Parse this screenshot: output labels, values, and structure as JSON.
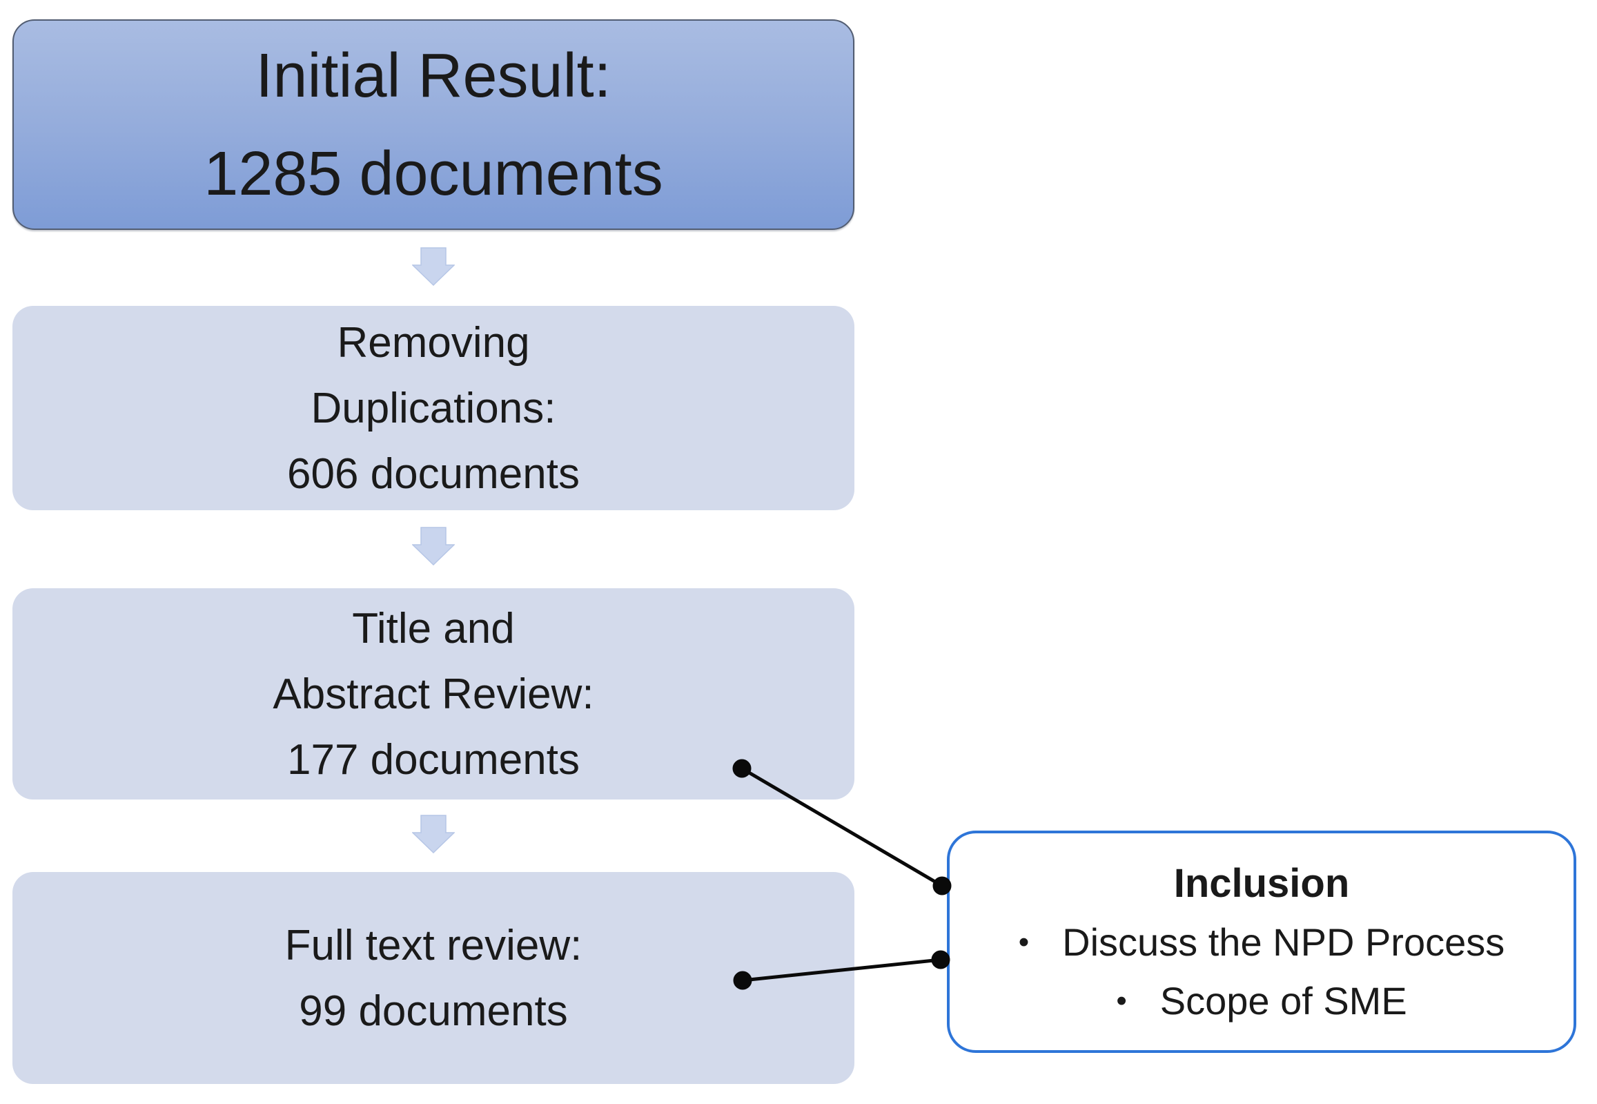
{
  "diagram": {
    "title_hint": "Document screening flow",
    "steps": [
      {
        "id": "initial-result",
        "stage": "Initial Result",
        "count": 1285,
        "lines": [
          "Initial Result:",
          "1285 documents"
        ]
      },
      {
        "id": "removing-duplications",
        "stage": "Removing Duplications",
        "count": 606,
        "lines": [
          "Removing",
          "Duplications:",
          "606 documents"
        ]
      },
      {
        "id": "title-abstract-review",
        "stage": "Title and Abstract Review",
        "count": 177,
        "lines": [
          "Title and",
          "Abstract Review:",
          "177 documents"
        ]
      },
      {
        "id": "full-text-review",
        "stage": "Full text review",
        "count": 99,
        "lines": [
          "Full text review:",
          "99 documents"
        ]
      }
    ],
    "inclusion": {
      "title": "Inclusion",
      "bullet_char": "•",
      "items": [
        "Discuss the NPD Process",
        "Scope of SME"
      ]
    },
    "colors": {
      "step1_gradient_top": "#a9bce2",
      "step1_gradient_bottom": "#7e9cd6",
      "step1_border": "#525d72",
      "step_fill": "#d3daeb",
      "arrow_fill": "#c9d5ee",
      "arrow_edge": "#b6c6e6",
      "inclusion_border": "#2e75d8",
      "connector": "#0a0a0a",
      "text": "#1a1a1a",
      "background": "#ffffff"
    }
  }
}
